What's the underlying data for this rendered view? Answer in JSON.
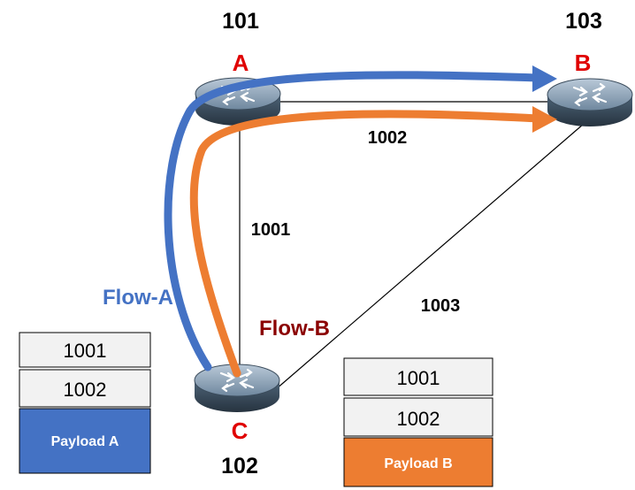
{
  "nodes": {
    "a": {
      "id": "101",
      "letter": "A"
    },
    "b": {
      "id": "103",
      "letter": "B"
    },
    "c": {
      "id": "102",
      "letter": "C"
    }
  },
  "links": {
    "a_c": "1001",
    "a_b": "1002",
    "c_b": "1003"
  },
  "flows": {
    "flow_a": {
      "label": "Flow-A",
      "color": "#4472c4"
    },
    "flow_b": {
      "label": "Flow-B",
      "color": "#ed7d31",
      "label_color": "#8b0000"
    }
  },
  "stacks": {
    "a": {
      "labels": [
        "1001",
        "1002"
      ],
      "payload": "Payload A",
      "payload_color": "#4472c4"
    },
    "b": {
      "labels": [
        "1001",
        "1002"
      ],
      "payload": "Payload B",
      "payload_color": "#ed7d31"
    }
  },
  "icons": {
    "router": "router-icon"
  }
}
